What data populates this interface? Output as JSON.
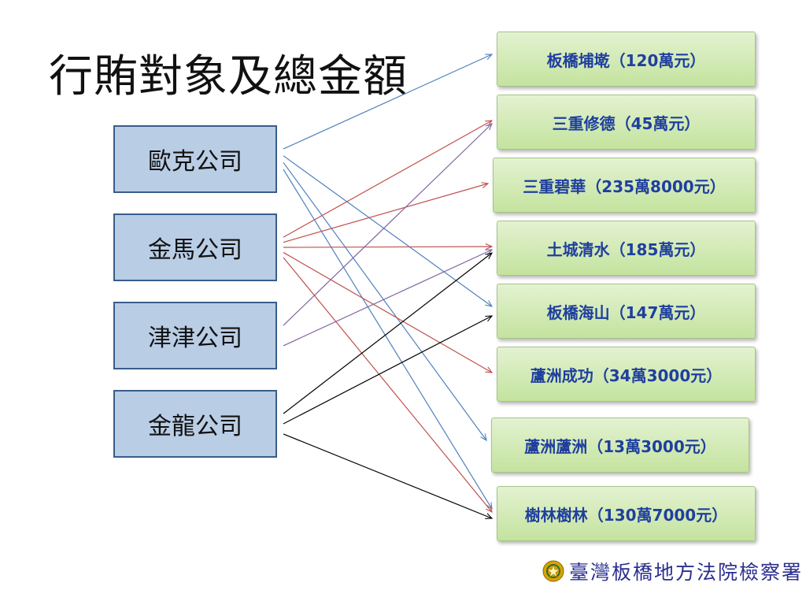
{
  "title": "行賄對象及總金額",
  "companies": [
    {
      "label": "歐克公司",
      "color": "#4f81bd"
    },
    {
      "label": "金馬公司",
      "color": "#c0504d"
    },
    {
      "label": "津津公司",
      "color": "#8064a2"
    },
    {
      "label": "金龍公司",
      "color": "#000000"
    }
  ],
  "targets": [
    "板橋埔墘（120萬元）",
    "三重修德（45萬元）",
    "三重碧華（235萬8000元）",
    "土城清水（185萬元）",
    "板橋海山（147萬元）",
    "蘆洲成功（34萬3000元）",
    "蘆洲蘆洲（13萬3000元）",
    "樹林樹林（130萬7000元）"
  ],
  "connections": [
    {
      "from": 0,
      "to": 0
    },
    {
      "from": 0,
      "to": 4
    },
    {
      "from": 0,
      "to": 6
    },
    {
      "from": 0,
      "to": 7
    },
    {
      "from": 1,
      "to": 1
    },
    {
      "from": 1,
      "to": 2
    },
    {
      "from": 1,
      "to": 3
    },
    {
      "from": 1,
      "to": 5
    },
    {
      "from": 1,
      "to": 7
    },
    {
      "from": 2,
      "to": 1
    },
    {
      "from": 2,
      "to": 3
    },
    {
      "from": 3,
      "to": 3
    },
    {
      "from": 3,
      "to": 4
    },
    {
      "from": 3,
      "to": 7
    }
  ],
  "footer": {
    "text": "臺灣板橋地方法院檢察署",
    "emblem": "court-emblem-icon",
    "emblem_color": "#d9a400"
  },
  "colors": {
    "company_fill": "#b9cde5",
    "company_border": "#385d8a",
    "target_text": "#1f3f9e"
  }
}
